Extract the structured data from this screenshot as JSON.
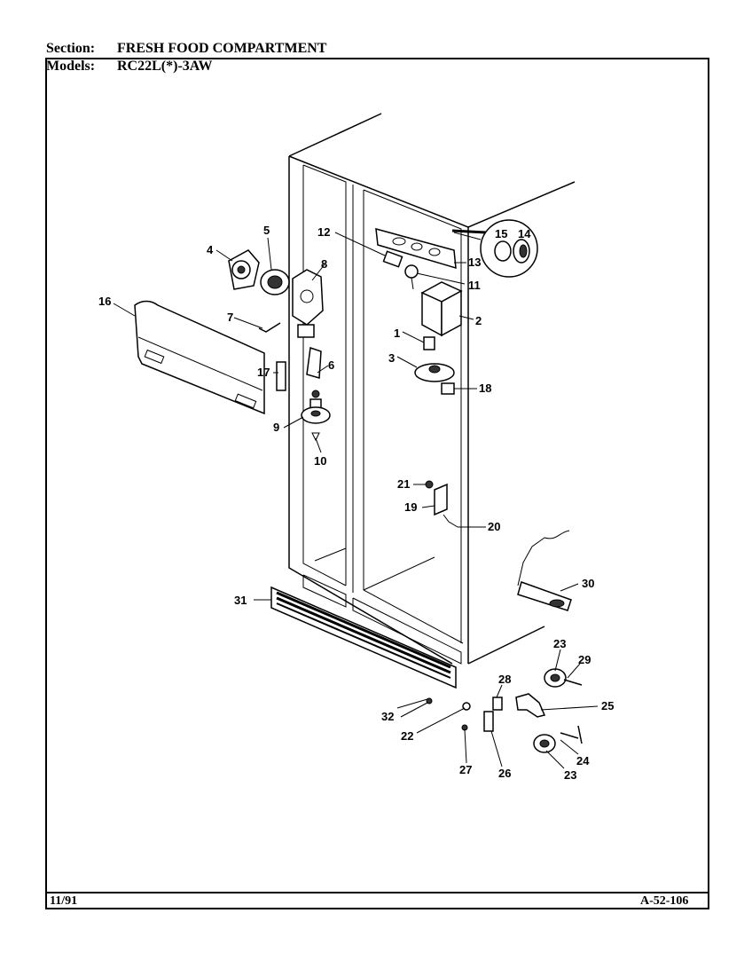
{
  "header": {
    "section_label": "Section:",
    "section_value": "FRESH FOOD COMPARTMENT",
    "models_label": "Models:",
    "models_value": "RC22L(*)-3AW"
  },
  "footer": {
    "date": "11/91",
    "code": "A-52-106"
  },
  "callouts": [
    {
      "id": "c1",
      "label": "1"
    },
    {
      "id": "c2",
      "label": "2"
    },
    {
      "id": "c3",
      "label": "3"
    },
    {
      "id": "c4",
      "label": "4"
    },
    {
      "id": "c5",
      "label": "5"
    },
    {
      "id": "c6",
      "label": "6"
    },
    {
      "id": "c7",
      "label": "7"
    },
    {
      "id": "c8",
      "label": "8"
    },
    {
      "id": "c9",
      "label": "9"
    },
    {
      "id": "c10",
      "label": "10"
    },
    {
      "id": "c11",
      "label": "11"
    },
    {
      "id": "c12",
      "label": "12"
    },
    {
      "id": "c13",
      "label": "13"
    },
    {
      "id": "c14",
      "label": "14"
    },
    {
      "id": "c15",
      "label": "15"
    },
    {
      "id": "c16",
      "label": "16"
    },
    {
      "id": "c17",
      "label": "17"
    },
    {
      "id": "c18",
      "label": "18"
    },
    {
      "id": "c19",
      "label": "19"
    },
    {
      "id": "c20",
      "label": "20"
    },
    {
      "id": "c21",
      "label": "21"
    },
    {
      "id": "c22",
      "label": "22"
    },
    {
      "id": "c23a",
      "label": "23"
    },
    {
      "id": "c23b",
      "label": "23"
    },
    {
      "id": "c24",
      "label": "24"
    },
    {
      "id": "c25",
      "label": "25"
    },
    {
      "id": "c26",
      "label": "26"
    },
    {
      "id": "c27",
      "label": "27"
    },
    {
      "id": "c28",
      "label": "28"
    },
    {
      "id": "c29",
      "label": "29"
    },
    {
      "id": "c30",
      "label": "30"
    },
    {
      "id": "c31",
      "label": "31"
    },
    {
      "id": "c32",
      "label": "32"
    }
  ]
}
